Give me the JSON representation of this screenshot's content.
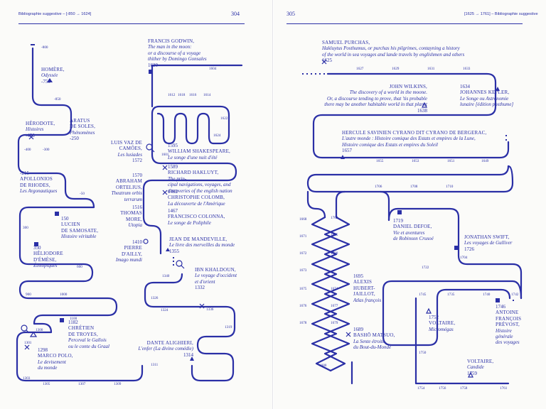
{
  "left_page": {
    "running_head": "Bibliographie suggestive – [-850 → 1624]",
    "page_number": "304"
  },
  "right_page": {
    "running_head": "[1625 → 1761] – Bibliographie suggestive",
    "page_number": "305"
  },
  "colors": {
    "ink": "#2a2fa6",
    "paper": "#fbfbf9"
  },
  "left_entries": [
    {
      "name": "HOMÈRE,",
      "title": "Odyssée",
      "date": "-750"
    },
    {
      "name": "HÉRODOTE,",
      "title": "Histoires",
      "date": "-450"
    },
    {
      "name": "ARATUS\nDE SOLES,",
      "title": "Phénomènes",
      "date": "-250"
    },
    {
      "name": "APOLLONIOS\nDE RHODES,",
      "title": "Les Argonautiques",
      "date": "-215"
    },
    {
      "name": "LUCIEN\nDE SAMOSATE,",
      "title": "Histoire véritable",
      "date": "150"
    },
    {
      "name": "HÉLIODORE\nD'ÉMÈSE,",
      "title": "Éthiopiques",
      "date": "350"
    },
    {
      "name": "CHRÉTIEN\nDE TROYES,",
      "title": "Perceval le Gallois\nou le conte du Graal",
      "date": "1182"
    },
    {
      "name": "MARCO POLO,",
      "title": "Le devisement\ndu monde",
      "date": "1298"
    },
    {
      "name": "DANTE ALIGHIERI,",
      "title": "L'enfer (La divine comédie)",
      "date": "1314"
    },
    {
      "name": "IBN KHALDOUN,",
      "title": "Le voyage d'occident\net d'orient",
      "date": "1332"
    },
    {
      "name": "JEAN DE MANDEVILLE,",
      "title": "Le livre des merveilles du monde",
      "date": "1355"
    },
    {
      "name": "PIERRE\nD'AILLY,",
      "title": "Imago mundi",
      "date": "1410"
    },
    {
      "name": "FRANCISCO COLONNA,",
      "title": "Le songe de Poliphile",
      "date": "1467"
    },
    {
      "name": "THOMAS\nMORE,",
      "title": "Utopia",
      "date": "1516"
    },
    {
      "name": "CHRISTOPHE COLOMB,",
      "title": "La découverte de l'Amérique",
      "date": "1492"
    },
    {
      "name": "ABRAHAM\nORTELIUS,",
      "title": "Theatrum orbis\nterrarum",
      "date": "1570"
    },
    {
      "name": "RICHARD HAKLUYT,",
      "title": "The prin-\ncipal navigations, voyages, and\ndiscoveries of the english nation",
      "date": "1589"
    },
    {
      "name": "LUIS VAZ DE\nCAMÕES,",
      "title": "Les lusiades",
      "date": "1572"
    },
    {
      "name": "WILLIAM SHAKESPEARE,",
      "title": "Le songe d'une nuit d'été",
      "date": "1595"
    },
    {
      "name": "FRANCIS GODWIN,",
      "title": "The man in the moon:\nor a discourse of a voyage\nthither by Domingo Gonsales",
      "date": "1620"
    }
  ],
  "right_entries": [
    {
      "name": "SAMUEL PURCHAS,",
      "title": "Hakluytus Posthumus, or purchas his pilgrimes, contayning a history\nof the world in sea voyages and lande travels by englishmen and others",
      "date": "1625"
    },
    {
      "name": "JOHN WILKINS,",
      "title": "The discovery of a world in the moone.\nOr, a discourse tending to prove, that 'tis probable\nthere may be another habitable world in that planet",
      "date": "1638"
    },
    {
      "name": "JOHANNES KEPLER,",
      "title": "Le Songe ou Astronomie\nlunaire [édition posthume]",
      "date": "1634"
    },
    {
      "name": "HERCULE SAVINIEN CYRANO DIT CYRANO DE BERGERAC,",
      "title": "L'autre monde : Histoire comique des Estats et empires de la Lune,\nHistoire comique des Estats et empires du Soleil",
      "date": "1657"
    },
    {
      "name": "DANIEL DEFOE,",
      "title": "Vie et aventures\nde Robinson Crusoé",
      "date": "1719"
    },
    {
      "name": "JONATHAN SWIFT,",
      "title": "Les voyages de Gulliver",
      "date": "1726"
    },
    {
      "name": "ALEXIS\nHUBERT-\nJAILLOT,",
      "title": "Atlas françois",
      "date": "1695"
    },
    {
      "name": "BASHŌ MATSUO,",
      "title": "La Sente étroite\ndu Bout-du-Monde",
      "date": "1689"
    },
    {
      "name": "VOLTAIRE,",
      "title": "Micromégas",
      "date": "1752"
    },
    {
      "name": "ANTOINE\nFRANÇOIS\nPRÉVOST,",
      "title": "Histoire\ngénérale\ndes voyages",
      "date": "1746"
    },
    {
      "name": "VOLTAIRE,",
      "title": "Candide",
      "date": "1759"
    }
  ],
  "left_ticks": [
    "-800",
    "-850",
    "-400",
    "-300",
    "-50",
    "300",
    "600",
    "900",
    "1000",
    "1100",
    "1300",
    "1301",
    "1303",
    "1305",
    "1307",
    "1309",
    "1311",
    "1319",
    "1324",
    "1326",
    "1336",
    "1340",
    "1601",
    "1604",
    "1612",
    "1614",
    "1616",
    "1618",
    "1622",
    "1624"
  ],
  "right_ticks": [
    "1627",
    "1629",
    "1631",
    "1633",
    "1649",
    "1651",
    "1653",
    "1655",
    "1706",
    "1708",
    "1710",
    "1668",
    "1671",
    "1672",
    "1673",
    "1674",
    "1675",
    "1676",
    "1677",
    "1678",
    "1679",
    "1680",
    "1685",
    "1700",
    "1702",
    "1704",
    "1722",
    "1735",
    "1740",
    "1742",
    "1745",
    "1750",
    "1754",
    "1756",
    "1758",
    "1761"
  ]
}
